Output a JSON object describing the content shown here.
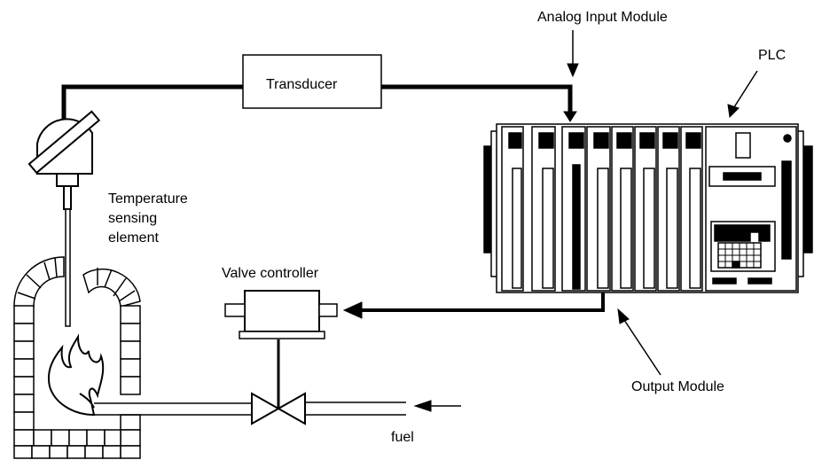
{
  "labels": {
    "analog_input_module": "Analog Input Module",
    "plc": "PLC",
    "transducer": "Transducer",
    "temperature_sensing_line1": "Temperature",
    "temperature_sensing_line2": "sensing",
    "temperature_sensing_line3": "element",
    "valve_controller": "Valve controller",
    "output_module": "Output Module",
    "fuel": "fuel"
  },
  "colors": {
    "line": "#000000",
    "background": "#ffffff"
  }
}
